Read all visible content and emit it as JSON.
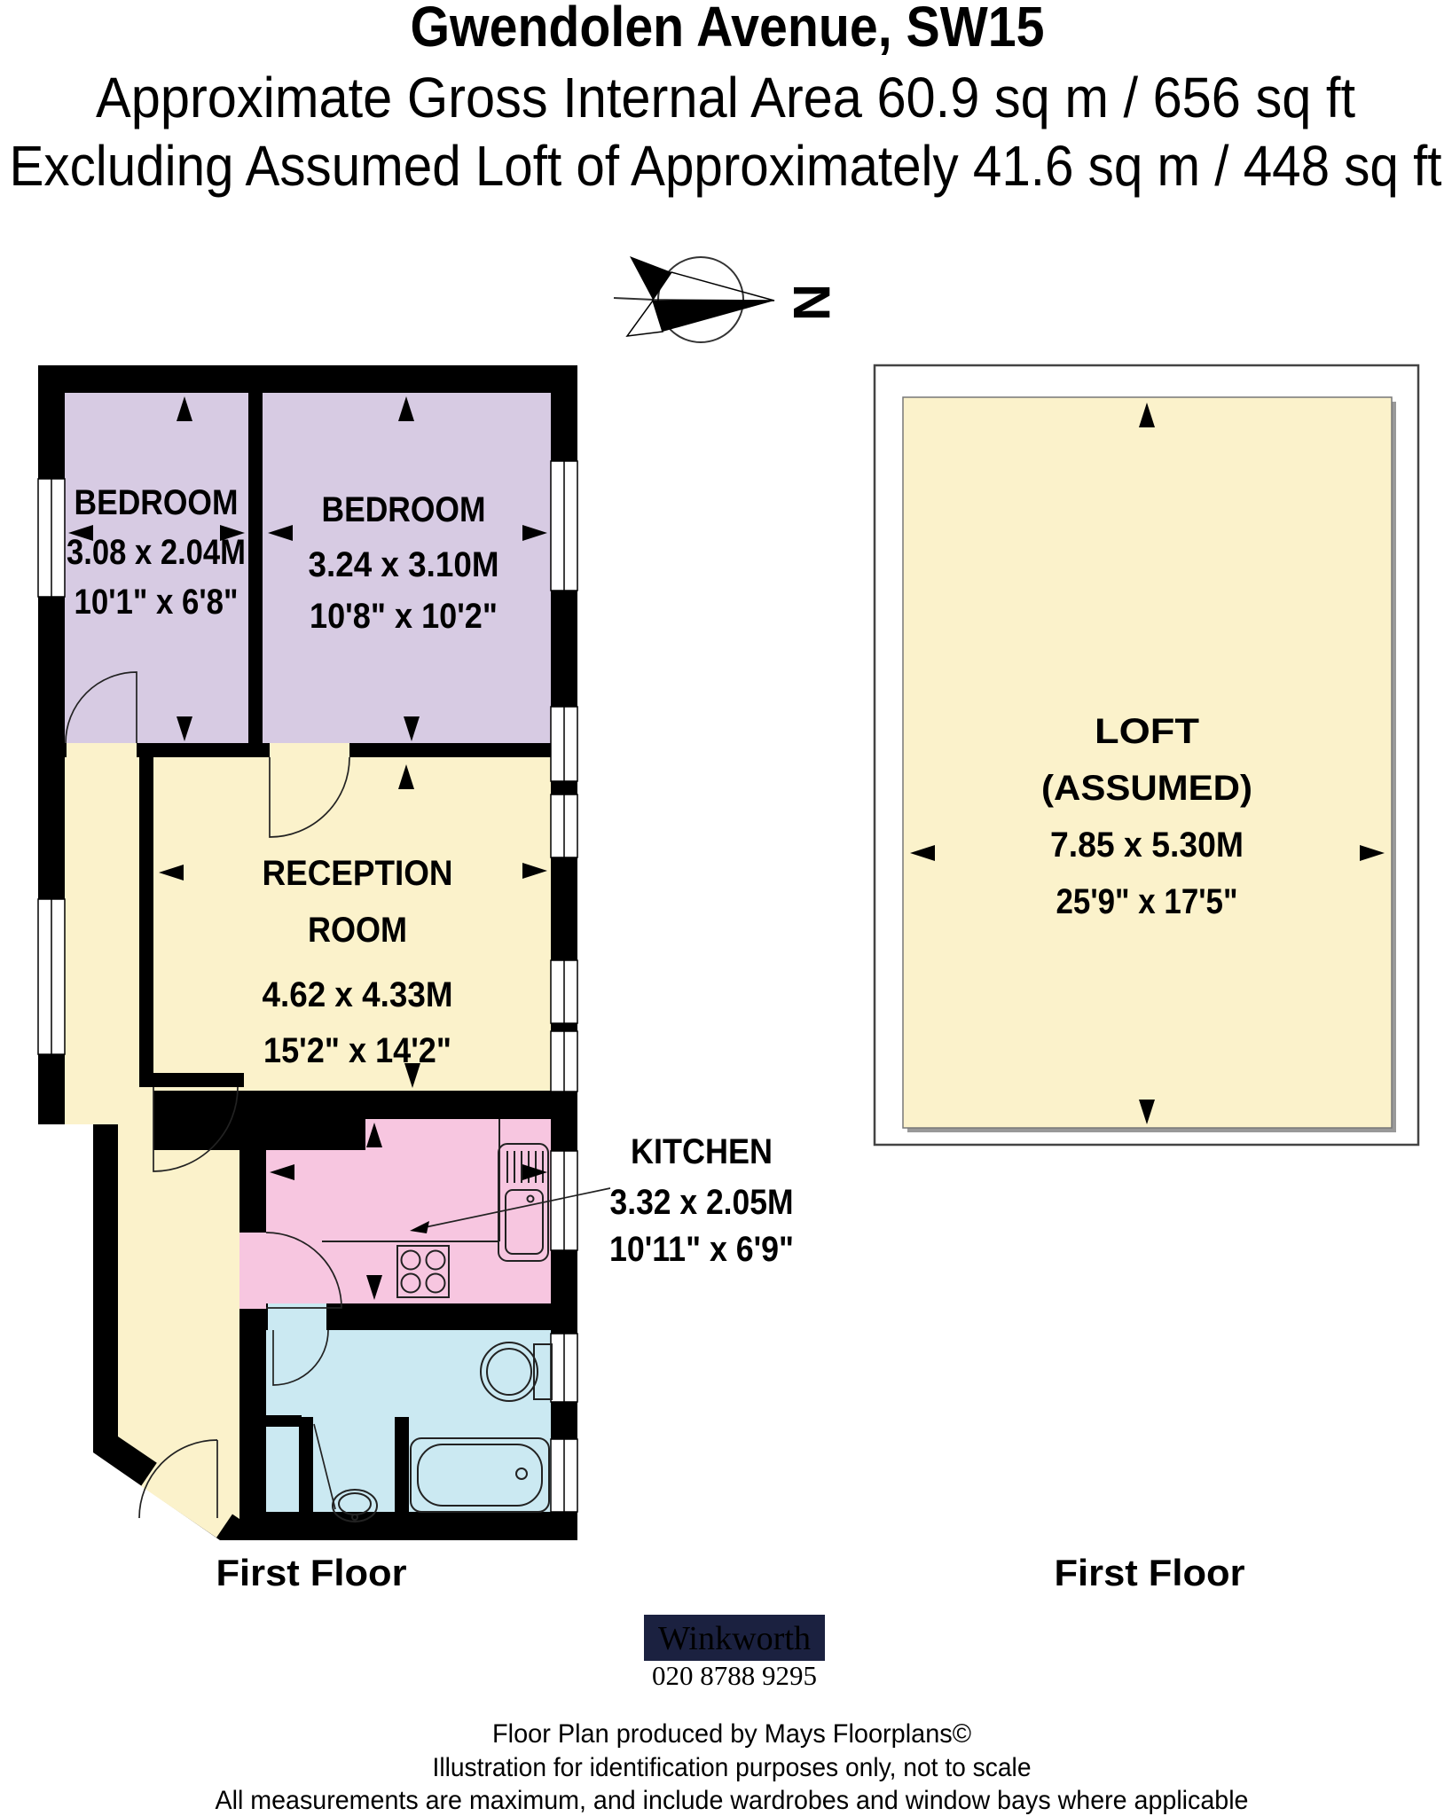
{
  "header": {
    "title": "Gwendolen Avenue, SW15",
    "area_line": "Approximate Gross Internal Area 60.9 sq m / 656 sq ft",
    "loft_line": "Excluding Assumed Loft of Approximately 41.6 sq m / 448 sq ft"
  },
  "compass": {
    "label": "N"
  },
  "first_floor_plan": {
    "caption": "First Floor",
    "rooms": {
      "bedroom_left": {
        "name": "BEDROOM",
        "metric": "3.08 x 2.04M",
        "imperial": "10'1\" x 6'8\""
      },
      "bedroom_right": {
        "name": "BEDROOM",
        "metric": "3.24 x 3.10M",
        "imperial": "10'8\" x 10'2\""
      },
      "reception": {
        "name_line1": "RECEPTION",
        "name_line2": "ROOM",
        "metric": "4.62 x 4.33M",
        "imperial": "15'2\" x 14'2\""
      },
      "kitchen": {
        "name": "KITCHEN",
        "metric": "3.32 x 2.05M",
        "imperial": "10'11\" x 6'9\""
      }
    }
  },
  "loft_plan": {
    "caption": "First Floor",
    "room": {
      "name_line1": "LOFT",
      "name_line2": "(ASSUMED)",
      "metric": "7.85 x 5.30M",
      "imperial": "25'9\" x 17'5\""
    }
  },
  "branding": {
    "agency": "Winkworth",
    "phone": "020 8788 9295",
    "brand_color": "#1b2140"
  },
  "footer": {
    "line1": "Floor Plan produced by Mays Floorplans©",
    "line2": "Illustration for identification purposes only, not to scale",
    "line3": "All measurements are maximum, and include wardrobes and window bays where applicable"
  },
  "legend_colors": {
    "bedroom": "#d7cbe3",
    "reception_hall_loft": "#fbf2cb",
    "kitchen": "#f7c6e0",
    "bathroom": "#cbe9f2",
    "wall": "#000000"
  }
}
